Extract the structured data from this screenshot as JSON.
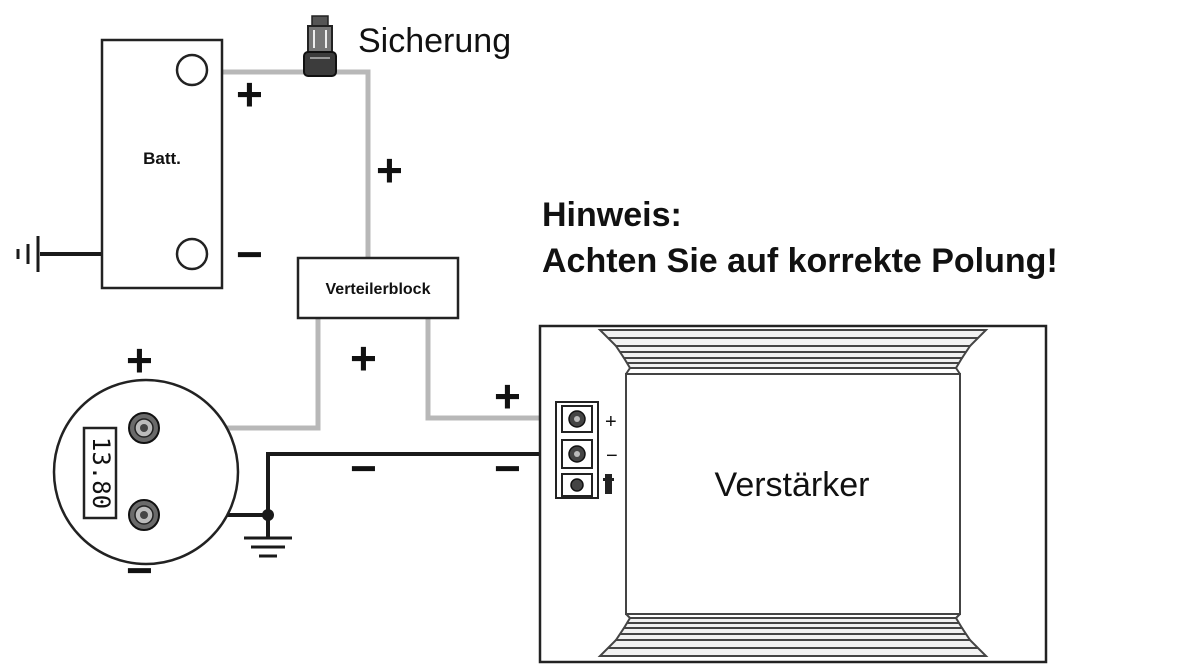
{
  "labels": {
    "fuse": "Sicherung",
    "battery": "Batt.",
    "distribution_block": "Verteilerblock",
    "amplifier": "Verstärker",
    "note_title": "Hinweis:",
    "note_text": "Achten Sie auf korrekte Polung!",
    "voltmeter_reading": "13.80"
  },
  "polarity": {
    "plus": "+",
    "minus": "−"
  },
  "colors": {
    "wire_positive": "#b8b8b8",
    "wire_negative": "#1a1a1a",
    "outline": "#222222"
  }
}
